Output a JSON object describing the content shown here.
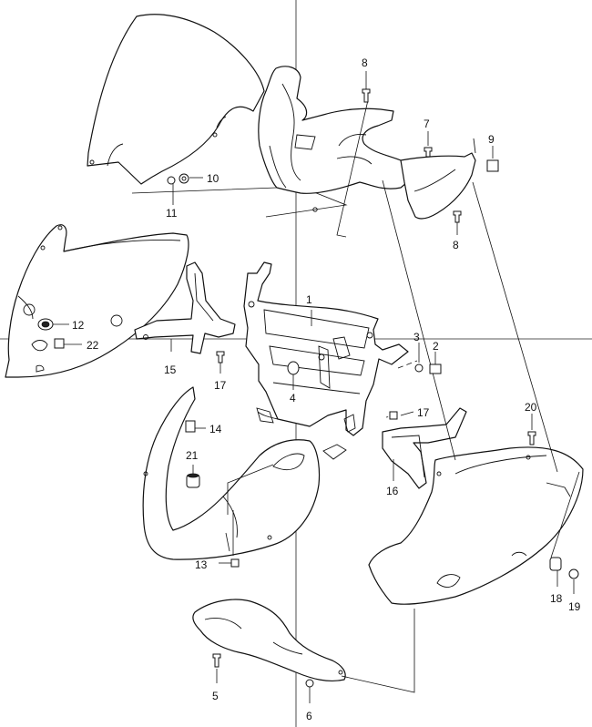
{
  "diagram": {
    "callouts": [
      {
        "id": "c1",
        "text": "1"
      },
      {
        "id": "c2",
        "text": "2"
      },
      {
        "id": "c3",
        "text": "3"
      },
      {
        "id": "c4",
        "text": "4"
      },
      {
        "id": "c5",
        "text": "5"
      },
      {
        "id": "c6",
        "text": "6"
      },
      {
        "id": "c7",
        "text": "7"
      },
      {
        "id": "c8a",
        "text": "8"
      },
      {
        "id": "c8b",
        "text": "8"
      },
      {
        "id": "c9",
        "text": "9"
      },
      {
        "id": "c10",
        "text": "10"
      },
      {
        "id": "c11",
        "text": "11"
      },
      {
        "id": "c12",
        "text": "12"
      },
      {
        "id": "c13",
        "text": "13"
      },
      {
        "id": "c14",
        "text": "14"
      },
      {
        "id": "c15",
        "text": "15"
      },
      {
        "id": "c16",
        "text": "16"
      },
      {
        "id": "c17a",
        "text": "17"
      },
      {
        "id": "c17b",
        "text": "17"
      },
      {
        "id": "c18",
        "text": "18"
      },
      {
        "id": "c19",
        "text": "19"
      },
      {
        "id": "c20",
        "text": "20"
      },
      {
        "id": "c21",
        "text": "21"
      },
      {
        "id": "c22",
        "text": "22"
      }
    ]
  }
}
